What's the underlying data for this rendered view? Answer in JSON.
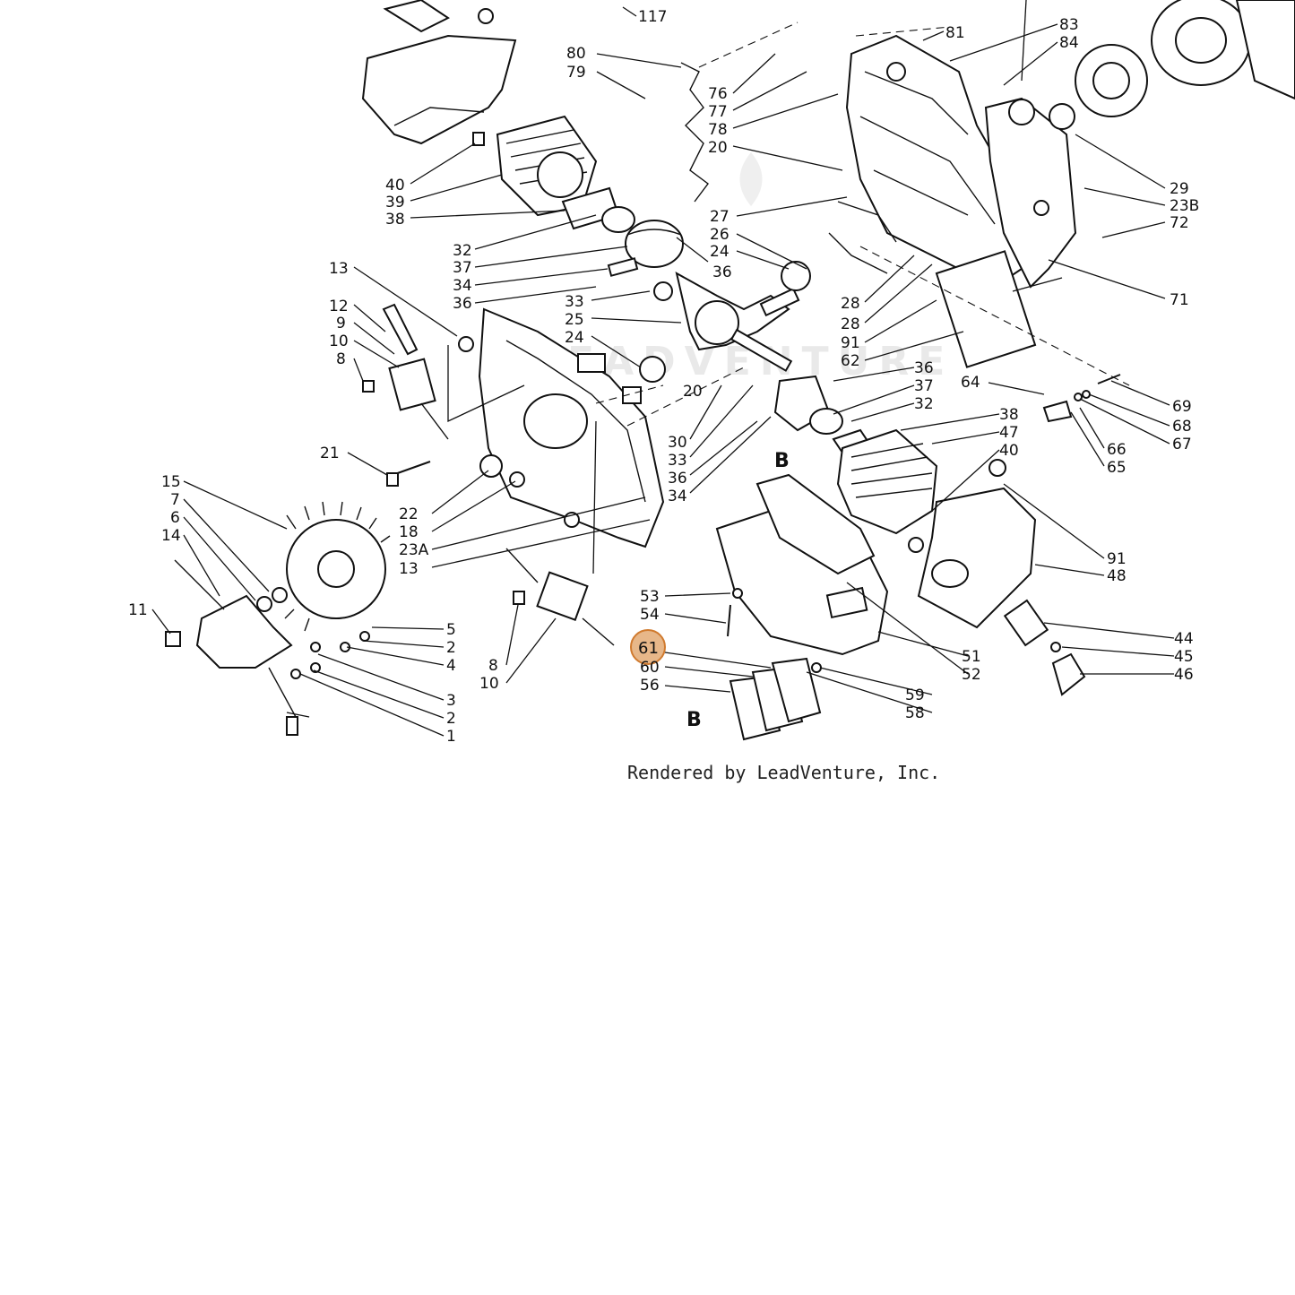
{
  "diagram": {
    "watermark": "LEADVENTURE",
    "credit": "Rendered by LeadVenture, Inc.",
    "section_marker": "B",
    "highlighted_callout": "61",
    "highlight_color": "#d7873a",
    "callouts": [
      "117",
      "80",
      "79",
      "81",
      "83",
      "84",
      "76",
      "77",
      "78",
      "20",
      "40",
      "39",
      "38",
      "29",
      "23B",
      "72",
      "27",
      "26",
      "24",
      "32",
      "37",
      "34",
      "36",
      "13",
      "12",
      "9",
      "10",
      "8",
      "33",
      "25",
      "71",
      "28",
      "91",
      "62",
      "64",
      "69",
      "68",
      "67",
      "66",
      "65",
      "30",
      "47",
      "21",
      "22",
      "18",
      "23A",
      "15",
      "7",
      "6",
      "14",
      "11",
      "5",
      "2",
      "4",
      "3",
      "1",
      "53",
      "54",
      "61",
      "60",
      "56",
      "59",
      "58",
      "51",
      "52",
      "48",
      "44",
      "45",
      "46"
    ]
  }
}
